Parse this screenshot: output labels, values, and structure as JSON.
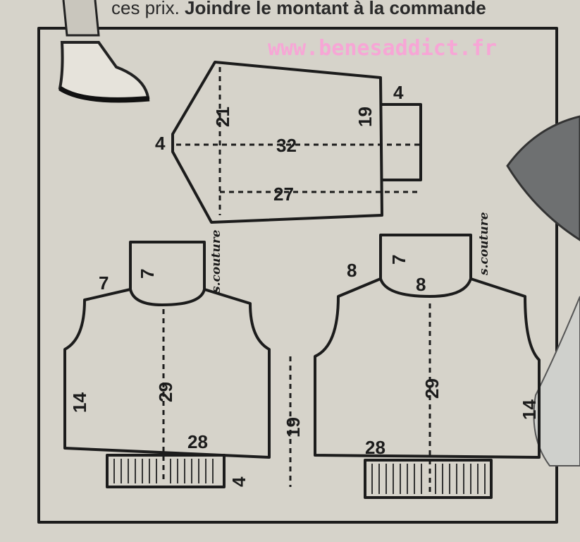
{
  "header": {
    "text_plain": "ces prix.",
    "text_bold": "Joindre le montant à la commande"
  },
  "watermark": "www.benesaddict.fr",
  "sleeve": {
    "cap": "4",
    "cap_depth": "21",
    "length": "32",
    "width": "19",
    "cuff": "4",
    "underarm": "27"
  },
  "back": {
    "shoulder": "7",
    "collar": "7",
    "length": "29",
    "side": "14",
    "width": "28",
    "rib": "4",
    "seam_note": "s.couture"
  },
  "middle": {
    "height": "19"
  },
  "front": {
    "shoulder": "8",
    "collar_height": "7",
    "collar_width": "8",
    "length": "29",
    "side": "14",
    "width": "28",
    "seam_note": "s.couture"
  }
}
